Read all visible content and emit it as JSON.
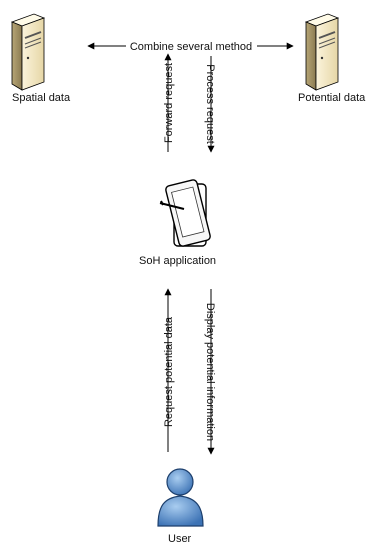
{
  "nodes": {
    "spatial": {
      "label": "Spatial data",
      "icon": "server-icon"
    },
    "potential": {
      "label": "Potential data",
      "icon": "server-icon"
    },
    "app": {
      "label": "SoH application",
      "icon": "tablet-icon"
    },
    "user": {
      "label": "User",
      "icon": "user-icon"
    }
  },
  "edges": {
    "combine": "Combine several method",
    "forward": "Forward request",
    "process": "Process request",
    "request": "Request potential data",
    "display": "Display potential information"
  },
  "colors": {
    "server_front": "#f3e9c8",
    "server_side": "#9c8b5f",
    "user_fill": "#5b8fc7",
    "tablet_body": "#ffffff",
    "stroke": "#000000"
  }
}
